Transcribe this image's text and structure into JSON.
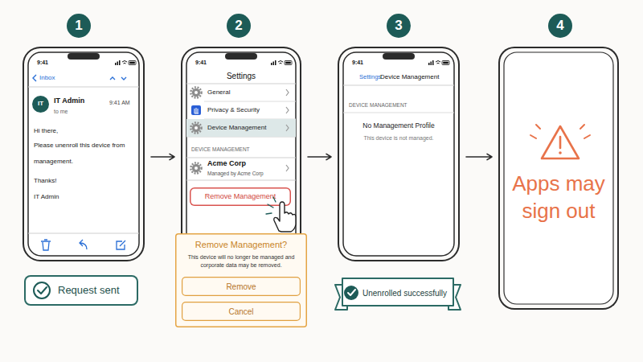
{
  "diagram": {
    "nodes": [
      {
        "text": [
          "1"
        ]
      },
      {
        "text": [
          "2"
        ]
      },
      {
        "text": [
          "3"
        ]
      },
      {
        "text": [
          "4"
        ]
      },
      {
        "text": [
          "9:41",
          "Inbox",
          "IT Admin",
          "to me",
          "9:41 AM",
          "Hi there,",
          "Please unenroll this device from management.",
          "Thanks!",
          "IT Admin"
        ]
      },
      {
        "text": [
          "IT"
        ],
        "in": 4
      },
      {
        "text": [
          "Request sent"
        ]
      },
      {
        "text": [
          "9:41",
          "Settings",
          "DEVICE MANAGEMENT"
        ]
      },
      {
        "text": [
          "General"
        ],
        "in": 7
      },
      {
        "text": [
          "Privacy & Security"
        ],
        "in": 7
      },
      {
        "text": [
          "Device Management"
        ],
        "in": 7
      },
      {
        "text": [
          "Acme Corp",
          "Managed by Acme Corp"
        ],
        "in": 7
      },
      {
        "text": [
          "Remove Management"
        ],
        "in": 7
      },
      {
        "text": [
          "Remove Management?",
          "This device will no longer be managed and corporate data may be removed."
        ]
      },
      {
        "text": [
          "Remove"
        ],
        "in": 13
      },
      {
        "text": [
          "Cancel"
        ],
        "in": 13
      },
      {
        "text": [
          "9:41",
          "Settings",
          "Device Management",
          "DEVICE MANAGEMENT",
          "No Management Profile",
          "This device is not managed."
        ]
      },
      {
        "text": [
          "Unenrolled successfully"
        ]
      },
      {
        "text": [
          "Apps may sign out"
        ]
      }
    ],
    "edges": [
      {
        "from": 4,
        "to": 7,
        "arrow": "to"
      },
      {
        "from": 7,
        "to": 16,
        "arrow": "to"
      },
      {
        "from": 16,
        "to": 18,
        "arrow": "to"
      }
    ]
  }
}
